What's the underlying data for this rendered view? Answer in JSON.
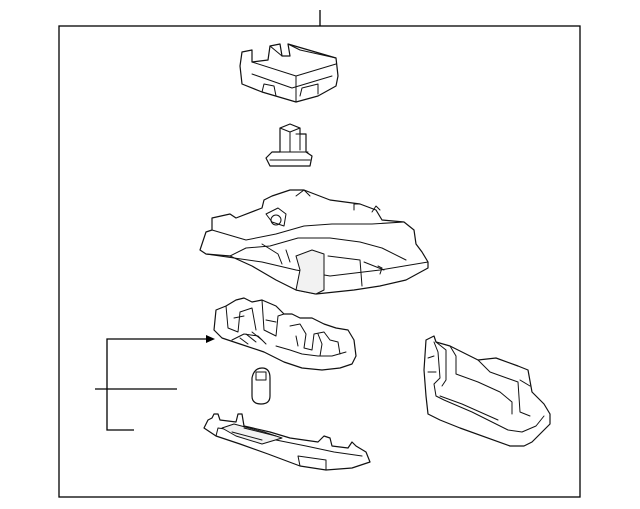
{
  "diagram": {
    "kind": "exploded-parts-view",
    "parts": [
      "lamp-housing-cover",
      "bulb-socket",
      "overhead-console-bezel",
      "lamp-housing",
      "bulb",
      "lens",
      "storage-bin"
    ],
    "colors": {
      "line": "#111111",
      "background": "#ffffff"
    }
  }
}
